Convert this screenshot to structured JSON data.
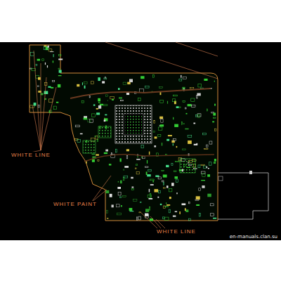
{
  "diagram": {
    "labels": [
      "WHITE LINE",
      "WHITE PAINT",
      "WHITE LINE",
      "en-manuals.clan.su"
    ]
  }
}
